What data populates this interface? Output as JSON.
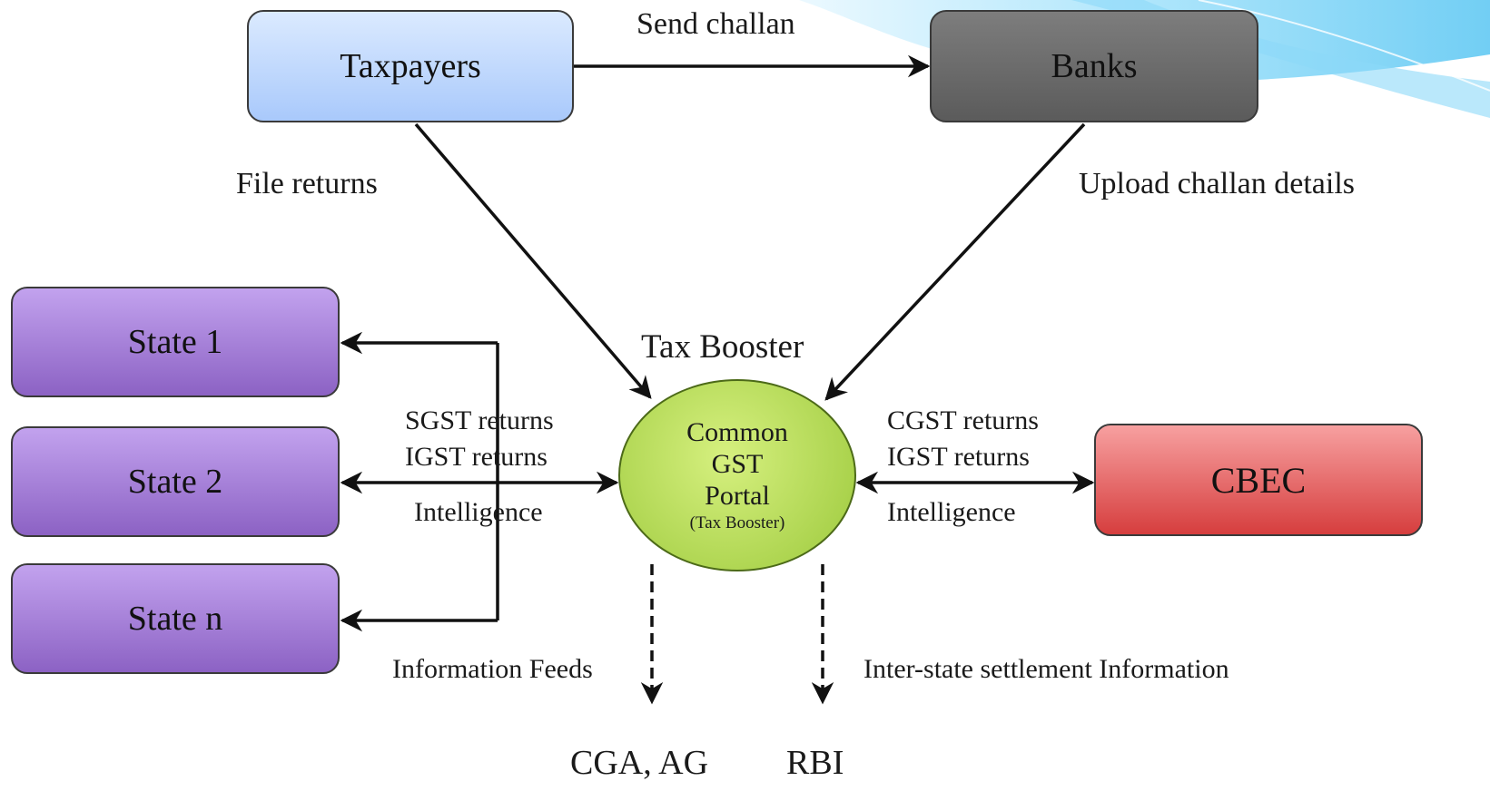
{
  "nodes": {
    "taxpayers": "Taxpayers",
    "banks": "Banks",
    "state_1": "State 1",
    "state_2": "State 2",
    "state_n": "State n",
    "cbec": "CBEC",
    "cga_ag": "CGA, AG",
    "rbi": "RBI"
  },
  "portal": {
    "header": "Tax Booster",
    "line1": "Common",
    "line2": "GST",
    "line3": "Portal",
    "sub": "(Tax Booster)"
  },
  "edges": {
    "send_challan": "Send challan",
    "file_returns": "File returns",
    "upload_challan": "Upload challan details",
    "sgst_returns": "SGST returns",
    "igst_returns_left": "IGST returns",
    "intelligence_left": "Intelligence",
    "cgst_returns": "CGST returns",
    "igst_returns_right": "IGST returns",
    "intelligence_right": "Intelligence",
    "information_feeds": "Information Feeds",
    "interstate_info": "Inter-state settlement Information"
  },
  "colors": {
    "taxpayers": "#a9c9fb",
    "banks": "#5b5b5b",
    "states": "#8c62c4",
    "cbec": "#d63e3e",
    "portal": "#9cc93c",
    "slide_accent": "#7fd3f7"
  }
}
